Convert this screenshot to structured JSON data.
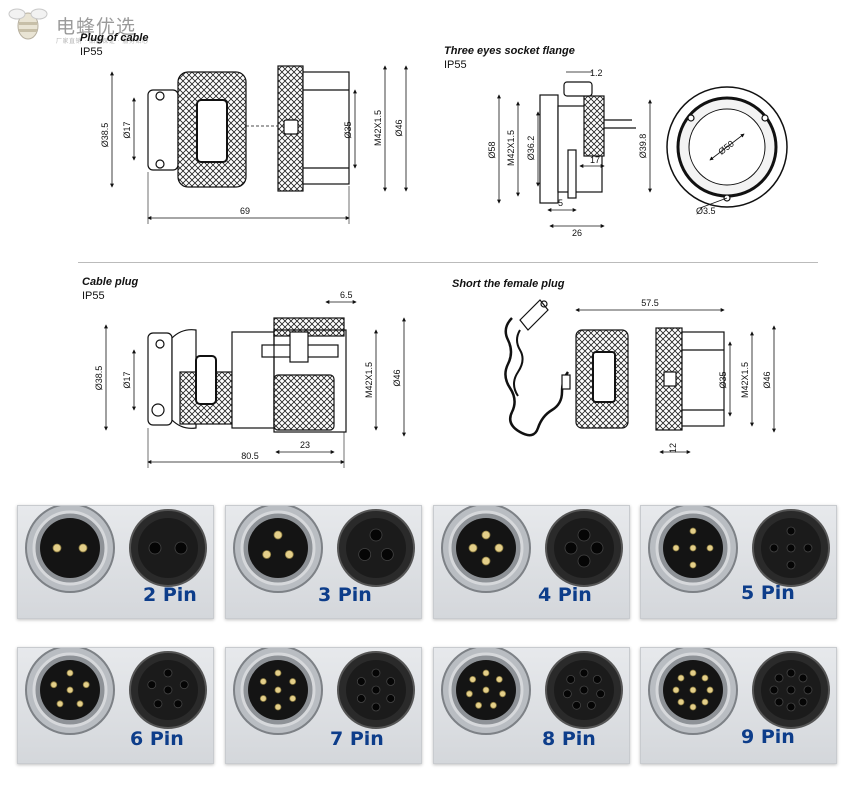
{
  "logo": {
    "main": "电蜂优选",
    "sub": "厂家直销 · 品质保证 · 服务贴心"
  },
  "sections": [
    {
      "title": "Plug of cable",
      "sub": "IP55"
    },
    {
      "title": "Three eyes socket flange",
      "sub": "IP55"
    },
    {
      "title": "Cable plug",
      "sub": "IP55"
    },
    {
      "title": "Short the female plug",
      "sub": ""
    }
  ],
  "dims": {
    "d1": {
      "a": "Ø38.5",
      "b": "Ø17",
      "c": "Ø35",
      "d": "M42X1.5",
      "e": "Ø46",
      "len": "69"
    },
    "d2": {
      "a": "1.2",
      "b": "Ø58",
      "c": "M42X1.5",
      "d": "Ø36.2",
      "e": "Ø39.8",
      "f": "17",
      "g": "5",
      "h": "26",
      "i": "Ø50",
      "j": "Ø3.5"
    },
    "d3": {
      "a": "6.5",
      "b": "Ø38.5",
      "c": "Ø17",
      "d": "M42X1.5",
      "e": "Ø46",
      "f": "23",
      "len": "80.5"
    },
    "d4": {
      "a": "57.5",
      "b": "Ø35",
      "c": "M42X1.5",
      "d": "Ø46",
      "e": "12"
    }
  },
  "pins": [
    {
      "label": "2 Pin",
      "count": 2
    },
    {
      "label": "3 Pin",
      "count": 3
    },
    {
      "label": "4 Pin",
      "count": 4
    },
    {
      "label": "5 Pin",
      "count": 5
    },
    {
      "label": "6 Pin",
      "count": 6
    },
    {
      "label": "7 Pin",
      "count": 7
    },
    {
      "label": "8 Pin",
      "count": 8
    },
    {
      "label": "9 Pin",
      "count": 9
    }
  ],
  "colors": {
    "pin_label": "#0d3d8a",
    "line": "#111111",
    "panel": "#dcdfe2"
  }
}
